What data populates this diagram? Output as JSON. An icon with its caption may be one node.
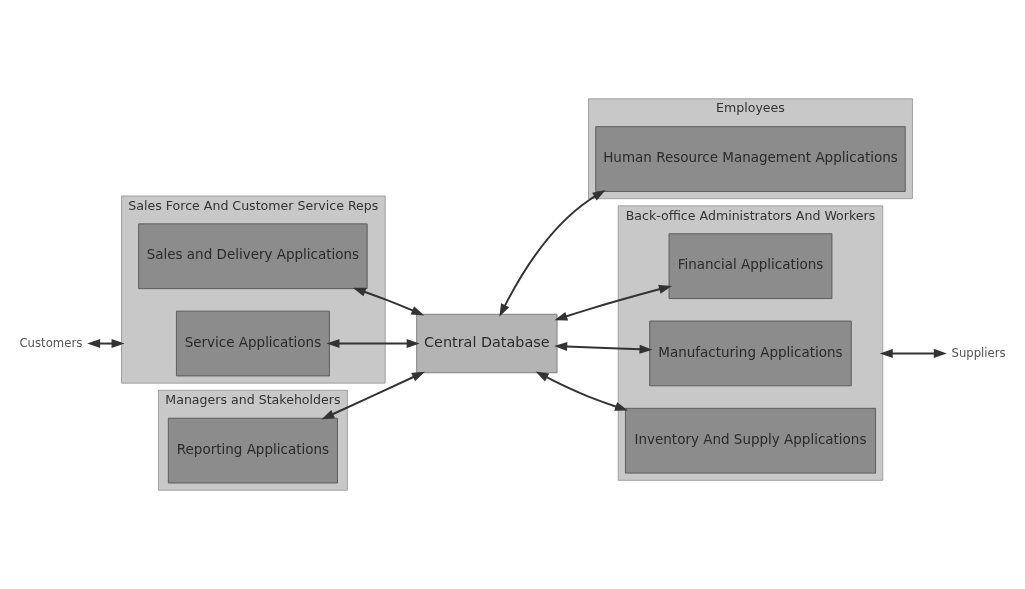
{
  "diagram": {
    "nodes": [
      {
        "text": [
          "Customers"
        ]
      },
      {
        "text": [
          "Sales Force And Customer Service Reps"
        ]
      },
      {
        "text": [
          "Sales and Delivery Applications"
        ],
        "in": 1
      },
      {
        "text": [
          "Service Applications"
        ],
        "in": 1
      },
      {
        "text": [
          "Managers and Stakeholders"
        ]
      },
      {
        "text": [
          "Reporting Applications"
        ],
        "in": 4
      },
      {
        "text": [
          "Central Database"
        ]
      },
      {
        "text": [
          "Employees"
        ]
      },
      {
        "text": [
          "Human Resource Management Applications"
        ],
        "in": 7
      },
      {
        "text": [
          "Back-office Administrators And Workers"
        ]
      },
      {
        "text": [
          "Financial Applications"
        ],
        "in": 9
      },
      {
        "text": [
          "Manufacturing Applications"
        ],
        "in": 9
      },
      {
        "text": [
          "Inventory And Supply Applications"
        ],
        "in": 9
      },
      {
        "text": [
          "Suppliers"
        ]
      }
    ],
    "edges": [
      {
        "from": 0,
        "to": 1,
        "arrow": "both"
      },
      {
        "from": 2,
        "to": 6,
        "arrow": "both"
      },
      {
        "from": 3,
        "to": 6,
        "arrow": "both"
      },
      {
        "from": 5,
        "to": 6,
        "arrow": "both"
      },
      {
        "from": 6,
        "to": 8,
        "arrow": "both"
      },
      {
        "from": 6,
        "to": 10,
        "arrow": "both"
      },
      {
        "from": 6,
        "to": 11,
        "arrow": "both"
      },
      {
        "from": 6,
        "to": 12,
        "arrow": "both"
      },
      {
        "from": 9,
        "to": 13,
        "arrow": "both"
      }
    ]
  }
}
